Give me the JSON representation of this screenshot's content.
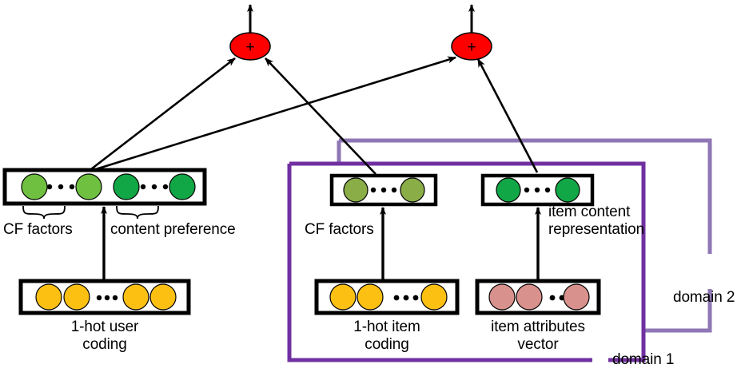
{
  "figure": {
    "title": "Cross-domain collaborative filtering with content features",
    "background": "#ffffff"
  },
  "colors": {
    "cf_factor_user": "#6fc040",
    "content_preference": "#11a646",
    "cf_factor_item": "#8aad48",
    "item_content": "#11a646",
    "one_hot": "#fcc013",
    "item_attributes": "#d8918c",
    "sum_node": "#ff0000",
    "domain1_line": "#7030a0",
    "domain2_line": "#8f77b5",
    "outline": "#000000"
  },
  "nodes": {
    "sum_left": {
      "symbol": "+",
      "name": "sum-node-left"
    },
    "sum_right": {
      "symbol": "+",
      "name": "sum-node-right"
    }
  },
  "vectors": {
    "user_embedding": {
      "name": "user-embedding-vector",
      "segments": [
        {
          "label": "CF factors",
          "color_key": "cf_factor_user",
          "units": 2,
          "ellipsis": "•••"
        },
        {
          "label": "content preference",
          "color_key": "content_preference",
          "units": 2,
          "ellipsis": "•••"
        }
      ]
    },
    "item_cf": {
      "name": "item-cf-factors-vector",
      "label": "CF factors",
      "color_key": "cf_factor_item",
      "units": 2,
      "ellipsis": "•••"
    },
    "item_content": {
      "name": "item-content-representation-vector",
      "label": "item content\nrepresentation",
      "label_line1": "item content",
      "label_line2": "representation",
      "color_key": "item_content",
      "units": 2,
      "ellipsis": "•••"
    },
    "user_onehot": {
      "name": "one-hot-user-coding-vector",
      "label_line1": "1-hot user",
      "label_line2": "coding",
      "color_key": "one_hot",
      "units": 4,
      "ellipsis": "•••"
    },
    "item_onehot": {
      "name": "one-hot-item-coding-vector",
      "label_line1": "1-hot item",
      "label_line2": "coding",
      "color_key": "one_hot",
      "units": 3,
      "ellipsis": "•••"
    },
    "item_attributes": {
      "name": "item-attributes-vector",
      "label_line1": "item attributes",
      "label_line2": "vector",
      "color_key": "item_attributes",
      "units": 3,
      "ellipsis": "•••"
    }
  },
  "labels": {
    "cf_factors_user": "CF factors",
    "content_preference": "content preference",
    "cf_factors_item": "CF factors",
    "item_content_l1": "item content",
    "item_content_l2": "representation",
    "user_onehot_l1": "1-hot user",
    "user_onehot_l2": "coding",
    "item_onehot_l1": "1-hot item",
    "item_onehot_l2": "coding",
    "item_attributes_l1": "item attributes",
    "item_attributes_l2": "vector",
    "domain1": "domain 1",
    "domain2": "domain 2",
    "plus": "+"
  }
}
